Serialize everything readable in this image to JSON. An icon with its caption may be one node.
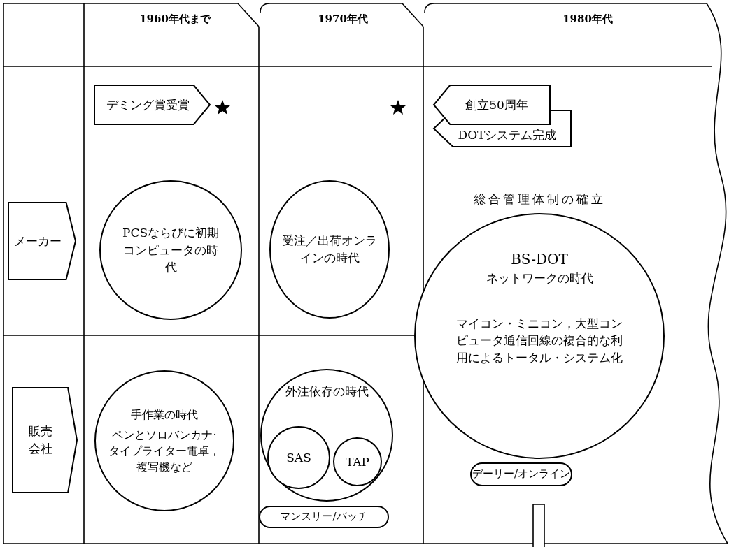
{
  "diagram": {
    "nodes": [
      {
        "text": [
          "メーカー"
        ]
      },
      {
        "text": [
          "デミング賞受賞"
        ]
      },
      {
        "text": [
          "PCSならびに初期コンピュータの時代"
        ]
      },
      {
        "text": [
          "受注／出荷オンラインの時代"
        ]
      },
      {
        "text": [
          "創立50周年"
        ]
      },
      {
        "text": [
          "DOTシステム完成"
        ]
      },
      {
        "text": [
          "総合管理体制の確立",
          "BS-DOT",
          "ネットワークの時代",
          "マイコン・ミニコン，大型コンピュータ通信回線の複合的な利用によるトータル・システム化"
        ]
      },
      {
        "text": [
          "販売会社"
        ]
      },
      {
        "text": [
          "手作業の時代",
          "ペンとソロバンカナ·タイプライター電卓，複写機など"
        ]
      },
      {
        "text": [
          "外注依存の時代"
        ]
      },
      {
        "text": [
          "SAS"
        ],
        "in": 9
      },
      {
        "text": [
          "TAP"
        ],
        "in": 9
      },
      {
        "text": [
          "マンスリー/バッチ"
        ]
      },
      {
        "text": [
          "デーリー/オンライン"
        ]
      }
    ],
    "edges": [],
    "labels": [
      "1960年代まで",
      "1970年代",
      "1980年代"
    ]
  }
}
